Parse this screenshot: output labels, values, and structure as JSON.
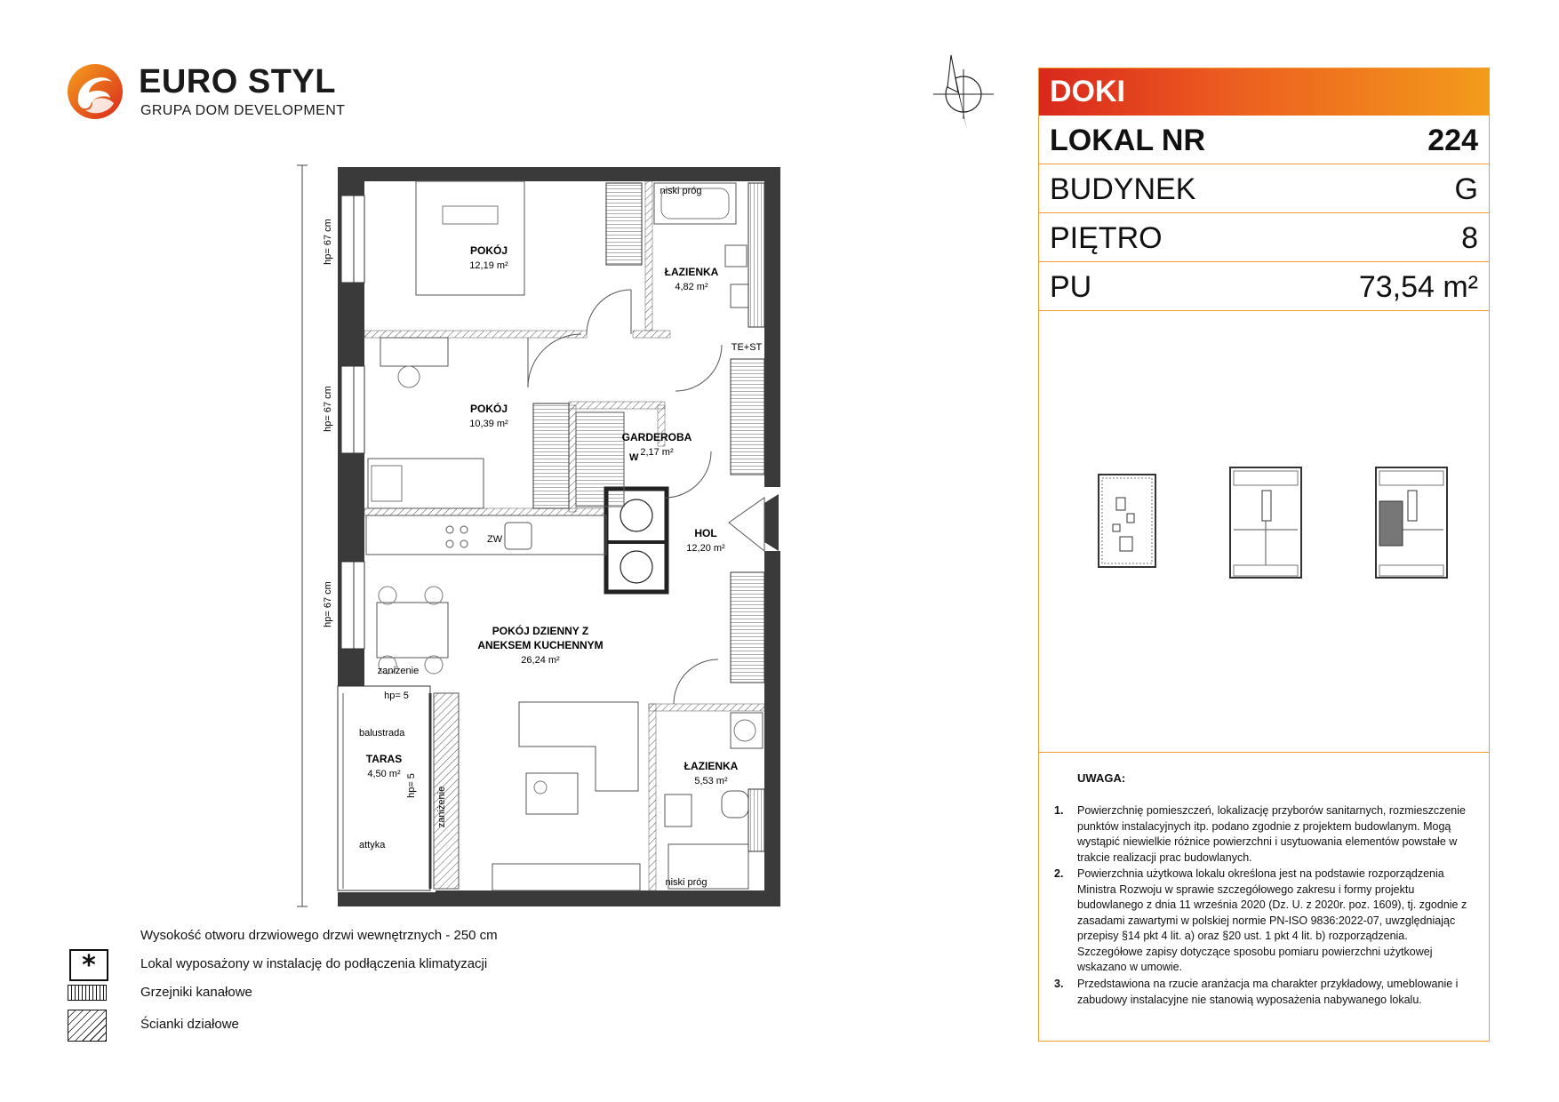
{
  "logo": {
    "name": "EURO STYL",
    "subtitle": "GRUPA DOM DEVELOPMENT"
  },
  "colors": {
    "accent_red": "#d9271c",
    "accent_orange": "#f39c1b",
    "border": "#f39c35",
    "wall": "#3a3a3a"
  },
  "compass": {
    "icon": "north-arrow-icon"
  },
  "info": {
    "investment": "DOKI",
    "rows": [
      {
        "label": "LOKAL NR",
        "value": "224"
      },
      {
        "label": "BUDYNEK",
        "value": "G"
      },
      {
        "label": "PIĘTRO",
        "value": "8"
      },
      {
        "label": "PU",
        "value": "73,54 m²"
      }
    ]
  },
  "rooms": {
    "bedroom1": {
      "name": "POKÓJ",
      "area": "12,19 m²"
    },
    "bathroom1": {
      "name": "ŁAZIENKA",
      "area": "4,82 m²"
    },
    "bedroom2": {
      "name": "POKÓJ",
      "area": "10,39 m²"
    },
    "wardrobe": {
      "name": "GARDEROBA",
      "area": "2,17 m²"
    },
    "hall": {
      "name": "HOL",
      "area": "12,20 m²"
    },
    "living_line1": "POKÓJ DZIENNY Z",
    "living_line2": "ANEKSEM KUCHENNYM",
    "living_area": "26,24 m²",
    "bathroom2": {
      "name": "ŁAZIENKA",
      "area": "5,53 m²"
    },
    "terrace": {
      "name": "TARAS",
      "area": "4,50 m²"
    }
  },
  "plan_labels": {
    "low_threshold": "niski próg",
    "te_st": "TE+ST",
    "hp67": "hp= 67 cm",
    "hp5": "hp= 5",
    "lowering": "zaniżenie",
    "balustrade": "balustrada",
    "attic": "attyka",
    "zw": "ZW",
    "w": "W"
  },
  "legend": {
    "door_height": "Wysokość otworu drzwiowego drzwi wewnętrznych - 250 cm",
    "ac_symbol": "*",
    "ac": "Lokal wyposażony w instalację do podłączenia klimatyzacji",
    "radiators": "Grzejniki kanałowe",
    "partitions": "Ścianki działowe"
  },
  "notes": {
    "title": "UWAGA:",
    "items": [
      {
        "num": "1.",
        "text": "Powierzchnię pomieszczeń, lokalizację przyborów sanitarnych, rozmieszczenie punktów instalacyjnych itp. podano zgodnie z projektem budowlanym. Mogą wystąpić niewielkie różnice powierzchni i usytuowania elementów powstałe w trakcie realizacji prac budowlanych."
      },
      {
        "num": "2.",
        "text": "Powierzchnia użytkowa lokalu określona jest na podstawie rozporządzenia Ministra Rozwoju w sprawie szczegółowego zakresu i formy projektu budowlanego z dnia 11 września 2020 (Dz. U. z 2020r. poz. 1609), tj. zgodnie z zasadami zawartymi w polskiej normie PN-ISO 9836:2022-07, uwzględniając przepisy §14 pkt 4 lit. a) oraz §20 ust. 1 pkt 4 lit. b) rozporządzenia. Szczegółowe zapisy dotyczące sposobu pomiaru powierzchni użytkowej wskazano w umowie."
      },
      {
        "num": "3.",
        "text": "Przedstawiona na rzucie aranżacja ma charakter przykładowy, umeblowanie i zabudowy instalacyjne nie stanowią wyposażenia nabywanego lokalu."
      }
    ]
  }
}
